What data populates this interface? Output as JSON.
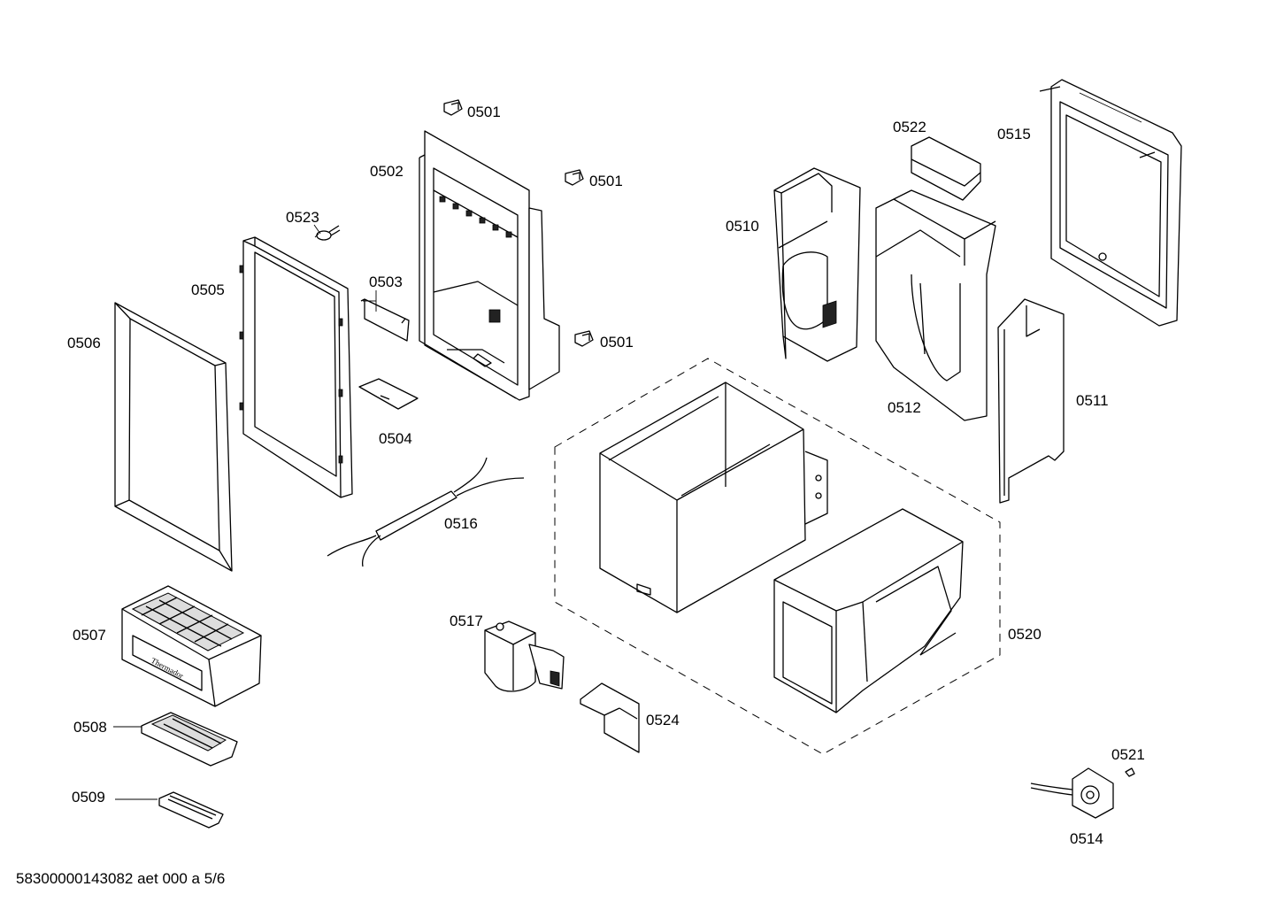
{
  "parts": {
    "p0501a": "0501",
    "p0501b": "0501",
    "p0501c": "0501",
    "p0502": "0502",
    "p0503": "0503",
    "p0504": "0504",
    "p0505": "0505",
    "p0506": "0506",
    "p0507": "0507",
    "p0508": "0508",
    "p0509": "0509",
    "p0510": "0510",
    "p0511": "0511",
    "p0512": "0512",
    "p0514": "0514",
    "p0515": "0515",
    "p0516": "0516",
    "p0517": "0517",
    "p0520": "0520",
    "p0521": "0521",
    "p0522": "0522",
    "p0523": "0523",
    "p0524": "0524"
  },
  "footer": "58300000143082 aet 000 a 5/6"
}
